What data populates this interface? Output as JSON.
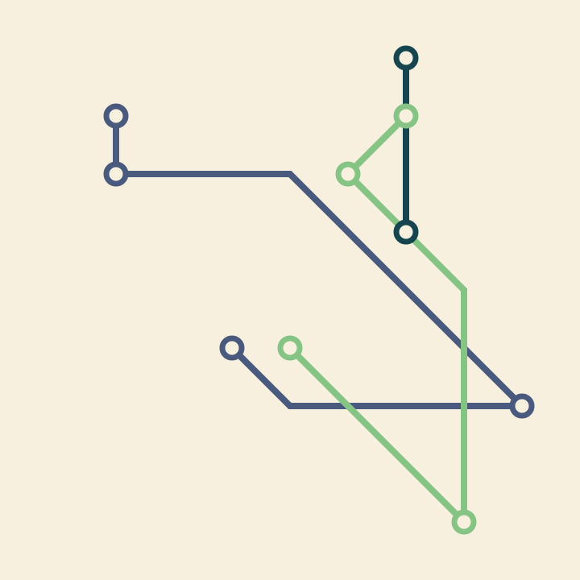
{
  "colors": {
    "background": "#f8f0de",
    "slate_line": "#4a5a7e",
    "green_line": "#86c486",
    "teal_line": "#154650"
  },
  "diagram": {
    "type": "transit-line-map",
    "lines": [
      {
        "id": "slate-line-a",
        "color": "#4a5a7e",
        "station_count": 2
      },
      {
        "id": "slate-line-b",
        "color": "#4a5a7e",
        "station_count": 3
      },
      {
        "id": "green-line-a",
        "color": "#86c486",
        "station_count": 2
      },
      {
        "id": "green-line-b",
        "color": "#86c486",
        "station_count": 2
      },
      {
        "id": "teal-line",
        "color": "#154650",
        "station_count": 2
      }
    ]
  }
}
